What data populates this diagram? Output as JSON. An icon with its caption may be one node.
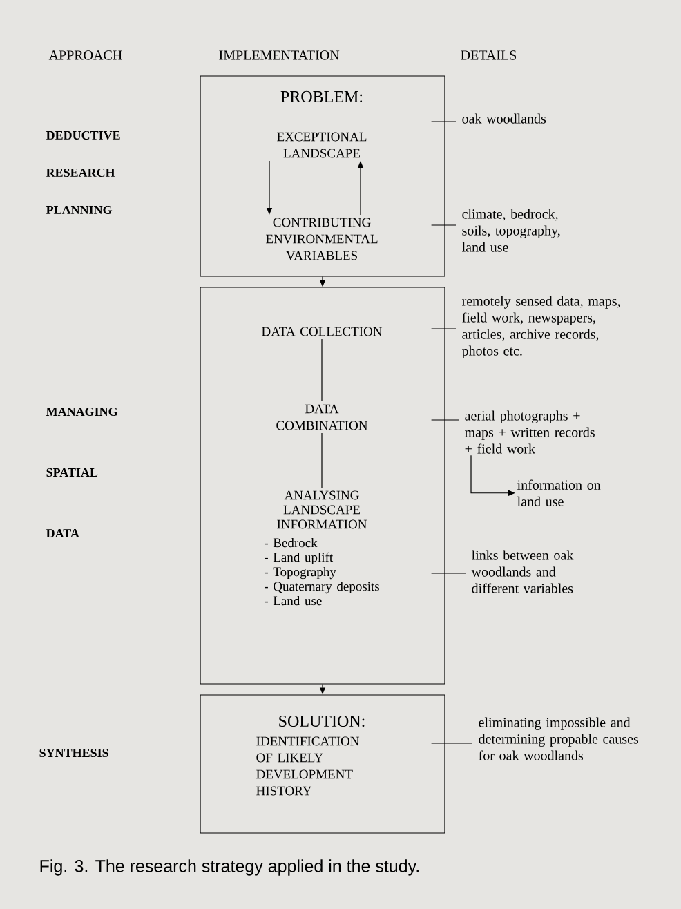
{
  "diagram": {
    "caption": "Fig. 3. The research strategy applied in the study.",
    "nodes": [
      {
        "text": [
          "PROBLEM:"
        ]
      },
      {
        "text": [
          "EXCEPTIONAL LANDSCAPE"
        ],
        "in": 0
      },
      {
        "text": [
          "CONTRIBUTING ENVIRONMENTAL VARIABLES"
        ],
        "in": 0
      },
      {
        "text": [],
        "shape": "box"
      },
      {
        "text": [
          "DATA COLLECTION"
        ],
        "in": 3
      },
      {
        "text": [
          "DATA COMBINATION"
        ],
        "in": 3
      },
      {
        "text": [
          "ANALYSING LANDSCAPE INFORMATION",
          "- Bedrock",
          "- Land uplift",
          "- Topography",
          "- Quaternary deposits",
          "- Land use"
        ],
        "in": 3
      },
      {
        "text": [
          "SOLUTION:",
          "IDENTIFICATION OF LIKELY DEVELOPMENT HISTORY"
        ]
      },
      {
        "text": [
          "oak woodlands"
        ]
      },
      {
        "text": [
          "climate, bedrock, soils, topography, land use"
        ]
      },
      {
        "text": [
          "remotely sensed data, maps, field work, newspapers, articles, archive records, photos etc."
        ]
      },
      {
        "text": [
          "aerial photographs + maps + written records + field work"
        ]
      },
      {
        "text": [
          "information on land use"
        ]
      },
      {
        "text": [
          "links between oak woodlands and different variables"
        ]
      },
      {
        "text": [
          "eliminating impossible and determining propable causes for oak woodlands"
        ]
      }
    ],
    "edges": [
      {
        "from": 1,
        "to": 2,
        "arrow": "to"
      },
      {
        "from": 2,
        "to": 1,
        "arrow": "to"
      },
      {
        "from": 0,
        "to": 3,
        "arrow": "to"
      },
      {
        "from": 4,
        "to": 5,
        "arrow": "none"
      },
      {
        "from": 5,
        "to": 6,
        "arrow": "none"
      },
      {
        "from": 3,
        "to": 7,
        "arrow": "to"
      },
      {
        "from": 8,
        "to": 0,
        "arrow": "none"
      },
      {
        "from": 9,
        "to": 0,
        "arrow": "none"
      },
      {
        "from": 10,
        "to": 3,
        "arrow": "none"
      },
      {
        "from": 11,
        "to": 3,
        "arrow": "none"
      },
      {
        "from": 11,
        "to": 12,
        "arrow": "to"
      },
      {
        "from": 13,
        "to": 3,
        "arrow": "none"
      },
      {
        "from": 14,
        "to": 7,
        "arrow": "none"
      }
    ],
    "labels": [
      "APPROACH",
      "IMPLEMENTATION",
      "DETAILS",
      "DEDUCTIVE",
      "RESEARCH",
      "PLANNING",
      "MANAGING",
      "SPATIAL",
      "DATA",
      "SYNTHESIS"
    ]
  }
}
